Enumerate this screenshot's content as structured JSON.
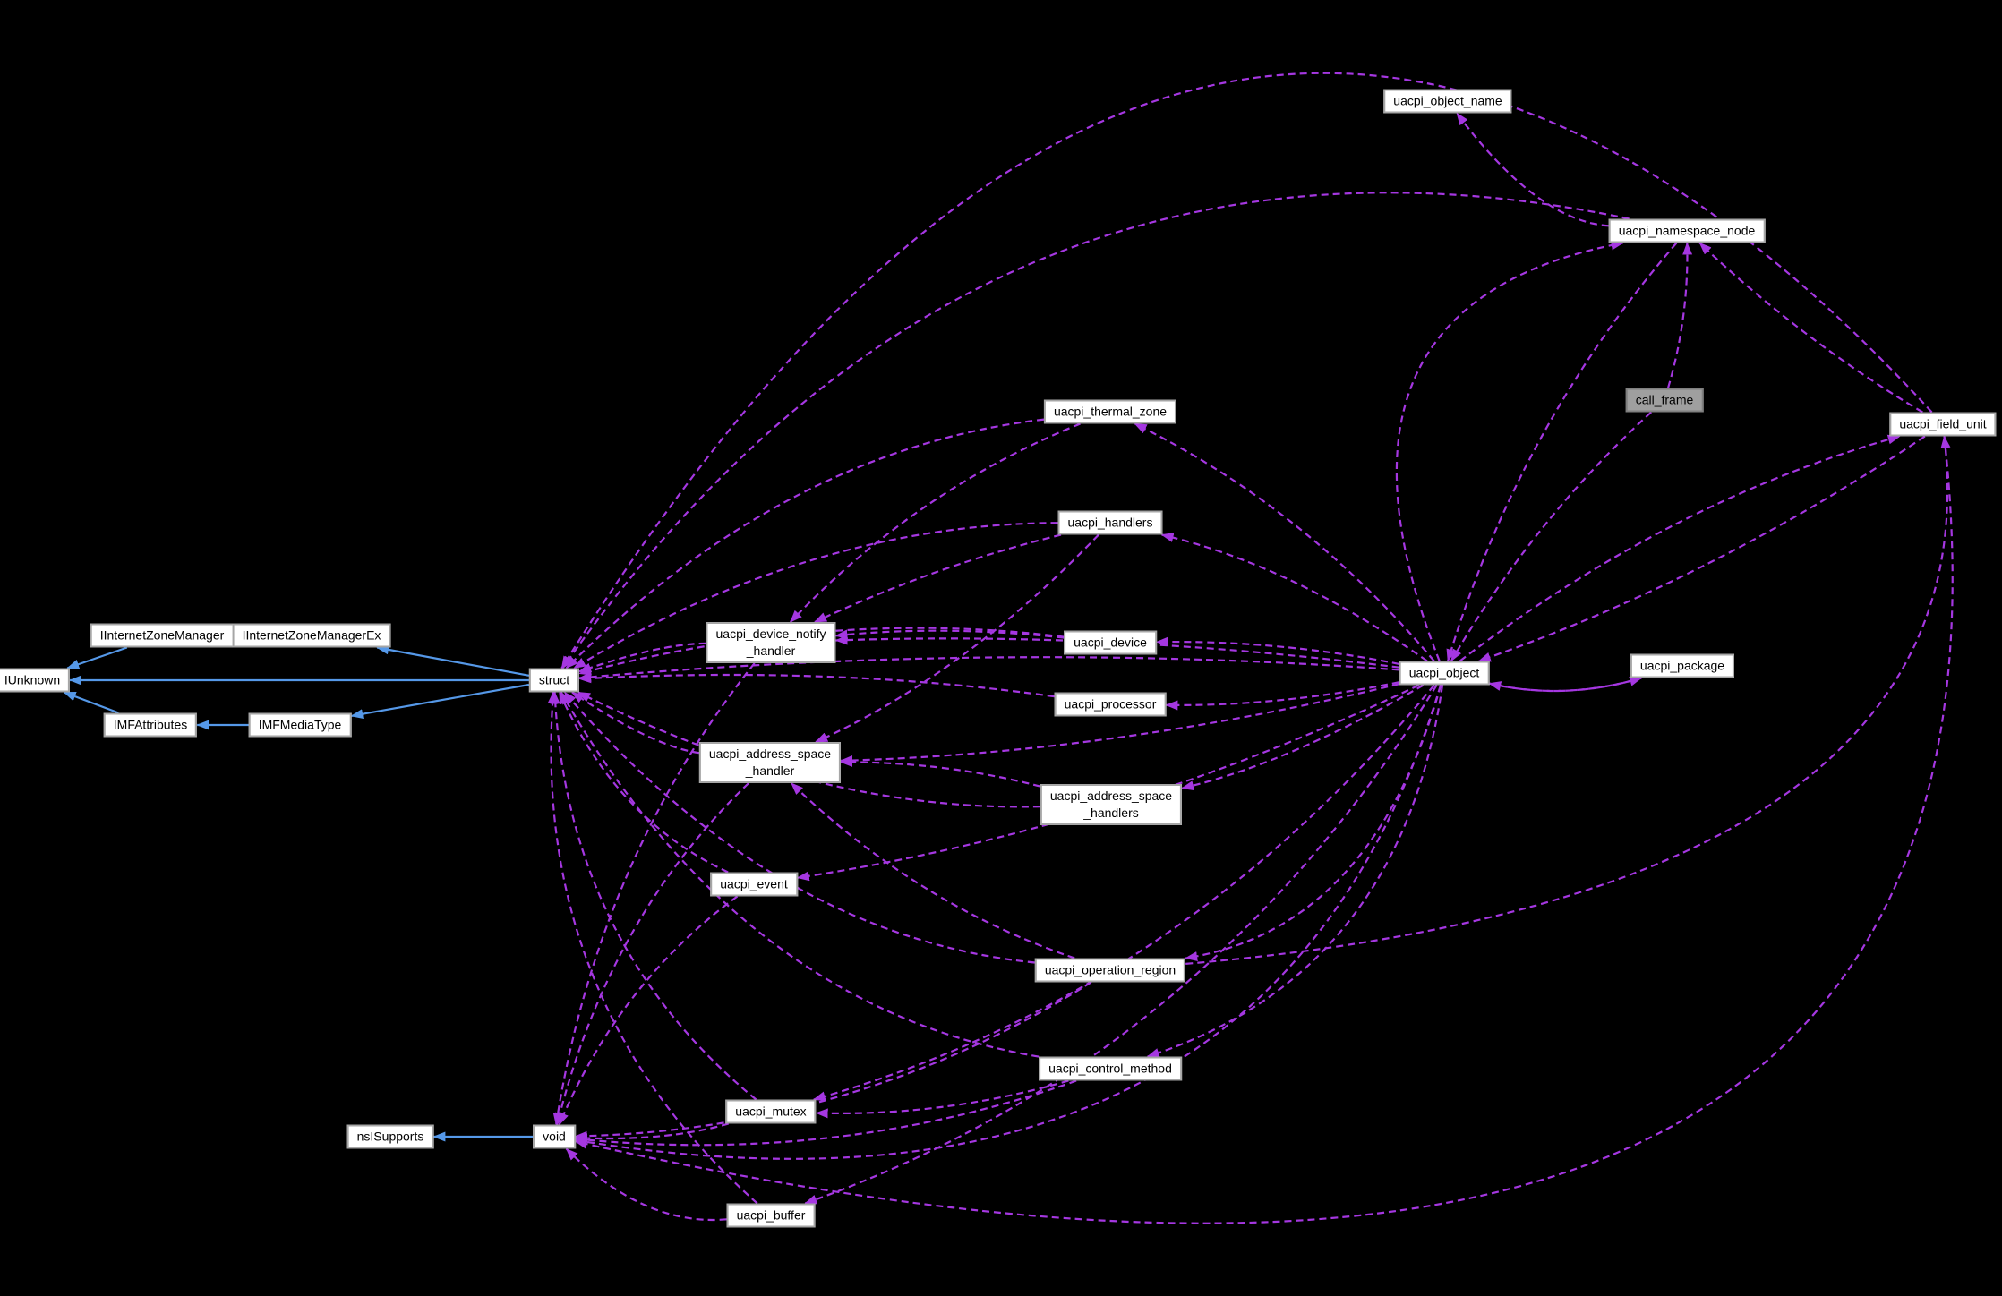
{
  "diagram": {
    "kind": "doxygen-collaboration-graph",
    "background": "#000000"
  },
  "colors": {
    "usage_edge": "#a537e1",
    "inheritance_edge": "#5598e8",
    "node_fill": "#ffffff",
    "node_border": "#a6a6a6",
    "highlight_fill": "#9f9f9f",
    "highlight_border": "#7f7f7f",
    "node_text": "#000000"
  },
  "nodes": {
    "iunknown": {
      "label": "IUnknown"
    },
    "iinternetzonemanager": {
      "label": "IInternetZoneManager"
    },
    "iinternetzonemanagerex": {
      "label": "IInternetZoneManagerEx"
    },
    "imfattributes": {
      "label": "IMFAttributes"
    },
    "imfmediatype": {
      "label": "IMFMediaType"
    },
    "struct": {
      "label": "struct"
    },
    "nsisupports": {
      "label": "nsISupports"
    },
    "void": {
      "label": "void"
    },
    "uacpi_object_name": {
      "label": "uacpi_object_name"
    },
    "uacpi_namespace_node": {
      "label": "uacpi_namespace_node"
    },
    "call_frame": {
      "label": "call_frame"
    },
    "uacpi_field_unit": {
      "label": "uacpi_field_unit"
    },
    "uacpi_thermal_zone": {
      "label": "uacpi_thermal_zone"
    },
    "uacpi_handlers": {
      "label": "uacpi_handlers"
    },
    "uacpi_device_notify_handler": {
      "label": "uacpi_device_notify\n_handler"
    },
    "uacpi_device": {
      "label": "uacpi_device"
    },
    "uacpi_object": {
      "label": "uacpi_object"
    },
    "uacpi_package": {
      "label": "uacpi_package"
    },
    "uacpi_processor": {
      "label": "uacpi_processor"
    },
    "uacpi_address_space_handler": {
      "label": "uacpi_address_space\n_handler"
    },
    "uacpi_address_space_handlers": {
      "label": "uacpi_address_space\n_handlers"
    },
    "uacpi_event": {
      "label": "uacpi_event"
    },
    "uacpi_operation_region": {
      "label": "uacpi_operation_region"
    },
    "uacpi_control_method": {
      "label": "uacpi_control_method"
    },
    "uacpi_mutex": {
      "label": "uacpi_mutex"
    },
    "uacpi_buffer": {
      "label": "uacpi_buffer"
    }
  },
  "edges": {
    "usage": [
      [
        "uacpi_thermal_zone",
        "struct"
      ],
      [
        "uacpi_handlers",
        "struct"
      ],
      [
        "uacpi_device",
        "struct"
      ],
      [
        "uacpi_processor",
        "struct"
      ],
      [
        "uacpi_device_notify_handler",
        "struct"
      ],
      [
        "uacpi_address_space_handler",
        "struct"
      ],
      [
        "uacpi_address_space_handlers",
        "struct"
      ],
      [
        "uacpi_event",
        "struct"
      ],
      [
        "uacpi_operation_region",
        "struct"
      ],
      [
        "uacpi_control_method",
        "struct"
      ],
      [
        "uacpi_mutex",
        "struct"
      ],
      [
        "uacpi_buffer",
        "struct"
      ],
      [
        "uacpi_object",
        "struct"
      ],
      [
        "uacpi_namespace_node",
        "struct"
      ],
      [
        "uacpi_field_unit",
        "struct"
      ],
      [
        "uacpi_device_notify_handler",
        "void"
      ],
      [
        "uacpi_address_space_handler",
        "void"
      ],
      [
        "uacpi_event",
        "void"
      ],
      [
        "uacpi_operation_region",
        "void"
      ],
      [
        "uacpi_control_method",
        "void"
      ],
      [
        "uacpi_mutex",
        "void"
      ],
      [
        "uacpi_buffer",
        "void"
      ],
      [
        "uacpi_object",
        "void"
      ],
      [
        "uacpi_field_unit",
        "void"
      ],
      [
        "uacpi_object",
        "uacpi_thermal_zone"
      ],
      [
        "uacpi_object",
        "uacpi_handlers"
      ],
      [
        "uacpi_object",
        "uacpi_device"
      ],
      [
        "uacpi_object",
        "uacpi_processor"
      ],
      [
        "uacpi_object",
        "uacpi_address_space_handlers"
      ],
      [
        "uacpi_object",
        "uacpi_address_space_handler"
      ],
      [
        "uacpi_object",
        "uacpi_event"
      ],
      [
        "uacpi_object",
        "uacpi_operation_region"
      ],
      [
        "uacpi_object",
        "uacpi_control_method"
      ],
      [
        "uacpi_object",
        "uacpi_mutex"
      ],
      [
        "uacpi_object",
        "uacpi_buffer"
      ],
      [
        "uacpi_object",
        "uacpi_package"
      ],
      [
        "uacpi_package",
        "uacpi_object"
      ],
      [
        "uacpi_object",
        "uacpi_field_unit"
      ],
      [
        "uacpi_object",
        "uacpi_namespace_node"
      ],
      [
        "uacpi_namespace_node",
        "uacpi_object"
      ],
      [
        "call_frame",
        "uacpi_object"
      ],
      [
        "uacpi_field_unit",
        "uacpi_object"
      ],
      [
        "uacpi_device",
        "uacpi_device_notify_handler"
      ],
      [
        "uacpi_thermal_zone",
        "uacpi_device_notify_handler"
      ],
      [
        "uacpi_handlers",
        "uacpi_device_notify_handler"
      ],
      [
        "uacpi_object",
        "uacpi_device_notify_handler"
      ],
      [
        "uacpi_address_space_handlers",
        "uacpi_address_space_handler"
      ],
      [
        "uacpi_operation_region",
        "uacpi_address_space_handler"
      ],
      [
        "uacpi_handlers",
        "uacpi_address_space_handler"
      ],
      [
        "uacpi_control_method",
        "uacpi_mutex"
      ],
      [
        "uacpi_namespace_node",
        "uacpi_object_name"
      ],
      [
        "uacpi_field_unit",
        "uacpi_namespace_node"
      ],
      [
        "uacpi_operation_region",
        "uacpi_field_unit"
      ],
      [
        "call_frame",
        "uacpi_namespace_node"
      ]
    ],
    "inheritance": [
      [
        "iinternetzonemanager",
        "iunknown"
      ],
      [
        "iinternetzonemanagerex",
        "iinternetzonemanager"
      ],
      [
        "struct",
        "iunknown"
      ],
      [
        "struct",
        "iinternetzonemanagerex"
      ],
      [
        "struct",
        "imfmediatype"
      ],
      [
        "imfmediatype",
        "imfattributes"
      ],
      [
        "imfattributes",
        "iunknown"
      ],
      [
        "void",
        "nsisupports"
      ]
    ]
  }
}
